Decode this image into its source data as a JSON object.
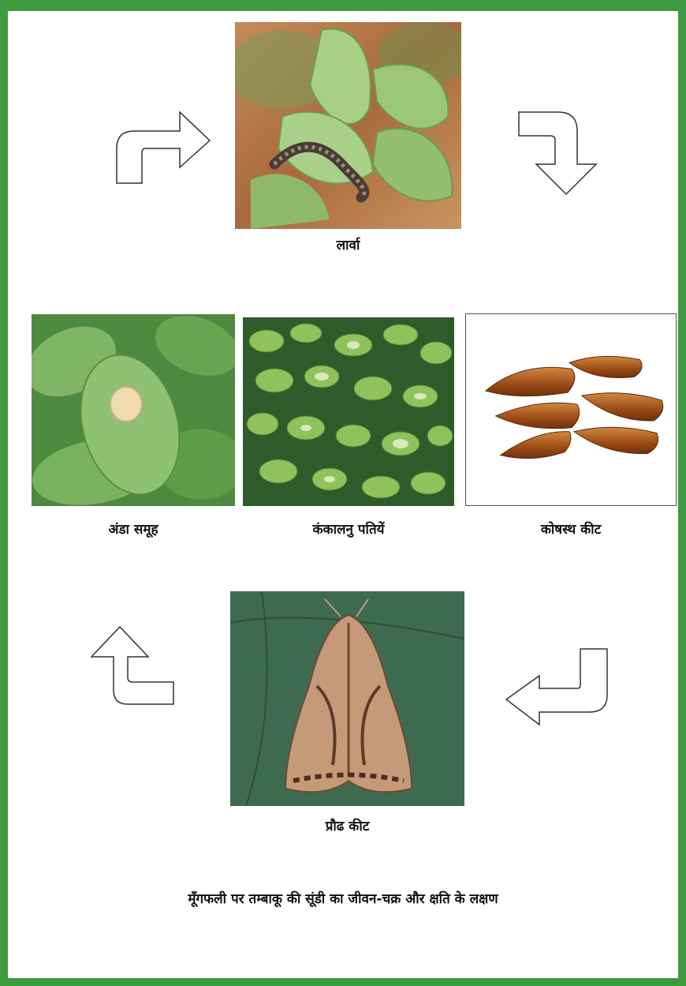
{
  "stages": {
    "larva": {
      "label": "लार्वा",
      "icon": "caterpillar-photo"
    },
    "egg_mass": {
      "label": "अंडा समूह",
      "icon": "egg-mass-photo"
    },
    "skeletonized_leaves": {
      "label": "कंकालनु पतियें",
      "icon": "skeletonized-leaves-photo"
    },
    "pupa": {
      "label": "कोषस्थ कीट",
      "icon": "pupa-photo"
    },
    "adult": {
      "label": "प्रौढ कीट",
      "icon": "moth-photo"
    }
  },
  "figure": {
    "caption": "मूँगफली पर तम्बाकू की सूंडी का जीवन-चक्र और क्षति के लक्षण"
  },
  "colors": {
    "border": "#3f9a3f",
    "leaf": "#6fa84a",
    "pupa": "#a8561c",
    "moth_bg": "#3e6b4f"
  }
}
